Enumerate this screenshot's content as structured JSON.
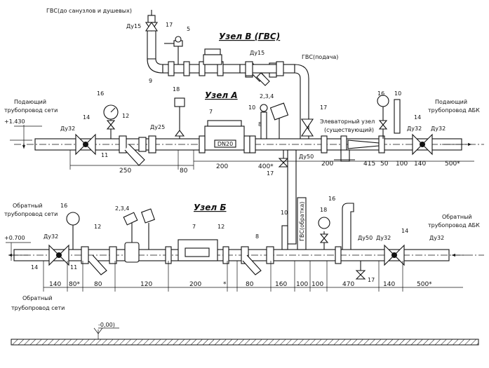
{
  "nodes": {
    "v_title": "Узел В (ГВС)",
    "a_title": "Узел А",
    "b_title": "Узел Б"
  },
  "labels": {
    "gvs_top": "ГВС(до санузлов и душевых)",
    "gvs_supply": "ГВС(подача)",
    "gvs_return": "ГВС(обратка)",
    "elevator": "Элеваторный узел",
    "elevator_sub": "(существующий)",
    "net_supply_1": "Подающий",
    "net_supply_2": "трубопровод сети",
    "abk_supply_1": "Подающий",
    "abk_supply_2": "трубопровод АБК",
    "net_return_1": "Обратный",
    "net_return_2": "трубопровод сети",
    "abk_return_1": "Обратный",
    "abk_return_2": "трубопровод АБК",
    "net_return_bottom_1": "Обратный",
    "net_return_bottom_2": "трубопровод сети",
    "meter_label": "DN20"
  },
  "elevations": {
    "supply": "+1.430",
    "return": "+0.700",
    "floor": "-0,00)"
  },
  "dn": {
    "du15_a": "Ду15",
    "du15_b": "Ду15",
    "du32_a": "Ду32",
    "du25": "Ду25",
    "du50_a": "Ду50",
    "du32_b": "Ду32",
    "du32_c": "Ду32",
    "du32_d": "Ду32",
    "du50_b": "Ду50",
    "du32_e": "Ду32",
    "du32_f": "Ду32"
  },
  "markers": {
    "m17a": "17",
    "m5": "5",
    "m9": "9",
    "m16a": "16",
    "m14a": "14",
    "m12a": "12",
    "m11a": "11",
    "m18a": "18",
    "m7a": "7",
    "m10a": "10",
    "m234a": "2,3,4",
    "m8a": "8",
    "m17b": "17",
    "m17c": "17",
    "m16b": "16",
    "m10b": "10",
    "m14b": "14",
    "m16c": "16",
    "m14c": "14",
    "m11b": "11",
    "m12b": "12",
    "m234b": "2,3,4",
    "m7b": "7",
    "m12c": "12",
    "m8b": "8",
    "m10c": "10",
    "m18b": "18",
    "m16d": "16",
    "m14d": "14",
    "m17d": "17"
  },
  "dims_supply": {
    "d250": "250",
    "d80": "80",
    "d200": "200",
    "d400": "400*",
    "d200b": "200",
    "d415": "415",
    "d50": "50",
    "d100": "100",
    "d140": "140",
    "d500": "500*"
  },
  "dims_return": {
    "d140": "140",
    "d80a": "80*",
    "d80b": "80",
    "d120": "120",
    "d200": "200",
    "dstar": "*",
    "d80c": "80",
    "d160": "160",
    "d100a": "100",
    "d100b": "100",
    "d470": "470",
    "d140b": "140",
    "d500": "500*"
  }
}
